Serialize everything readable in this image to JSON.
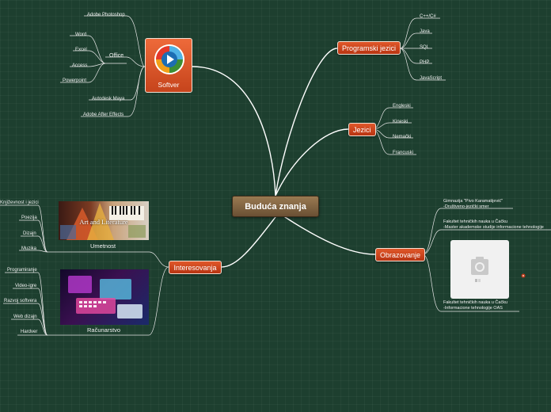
{
  "colors": {
    "background": "#1d3f2f",
    "topic": "#d44a20",
    "central": "#8a6a44",
    "line": "#ffffff"
  },
  "central": {
    "label": "Buduća znanja"
  },
  "softver": {
    "label": "Softver",
    "icon": "media-player-icon",
    "items": [
      "Adobe Photoshop",
      "Autodesk Maya",
      "Adobe After Effects"
    ],
    "office": {
      "label": "Office",
      "items": [
        "Word",
        "Excel",
        "Access",
        "Powerpoint"
      ]
    }
  },
  "programski": {
    "label": "Programski jezici",
    "items": [
      "C++/C#",
      "Java",
      "SQL",
      "PHP",
      "JavaScript"
    ]
  },
  "jezici": {
    "label": "Jezici",
    "items": [
      "Engleski",
      "Kineski",
      "Nemački",
      "Francuski"
    ]
  },
  "obrazovanje": {
    "label": "Obrazovanje",
    "items": [
      {
        "line1": "Gimnazija \"Pivo Karamatijević\"",
        "line2": "-Društveno-jezički smer"
      },
      {
        "line1": "Fakultet tehničkih nauka u Čačku",
        "line2": "-Master akademske studije informacione tehnologije"
      },
      {
        "line1": "Fakultet tehničkih nauka u Čačku",
        "line2": "-Informacione tehnologije OAS"
      }
    ],
    "photo_icon": "camera-icon"
  },
  "interesovanja": {
    "label": "Interesovanja",
    "umetnost": {
      "label": "Umetnost",
      "image_text": "Art and Literature",
      "items": [
        "Književnost i jezici",
        "Poezija",
        "Dizajn",
        "Muzika"
      ]
    },
    "racunarstvo": {
      "label": "Računarstvo",
      "items": [
        "Programiranje",
        "Video-igre",
        "Razvoj softvera",
        "Web dizajn",
        "Hardver"
      ]
    }
  }
}
